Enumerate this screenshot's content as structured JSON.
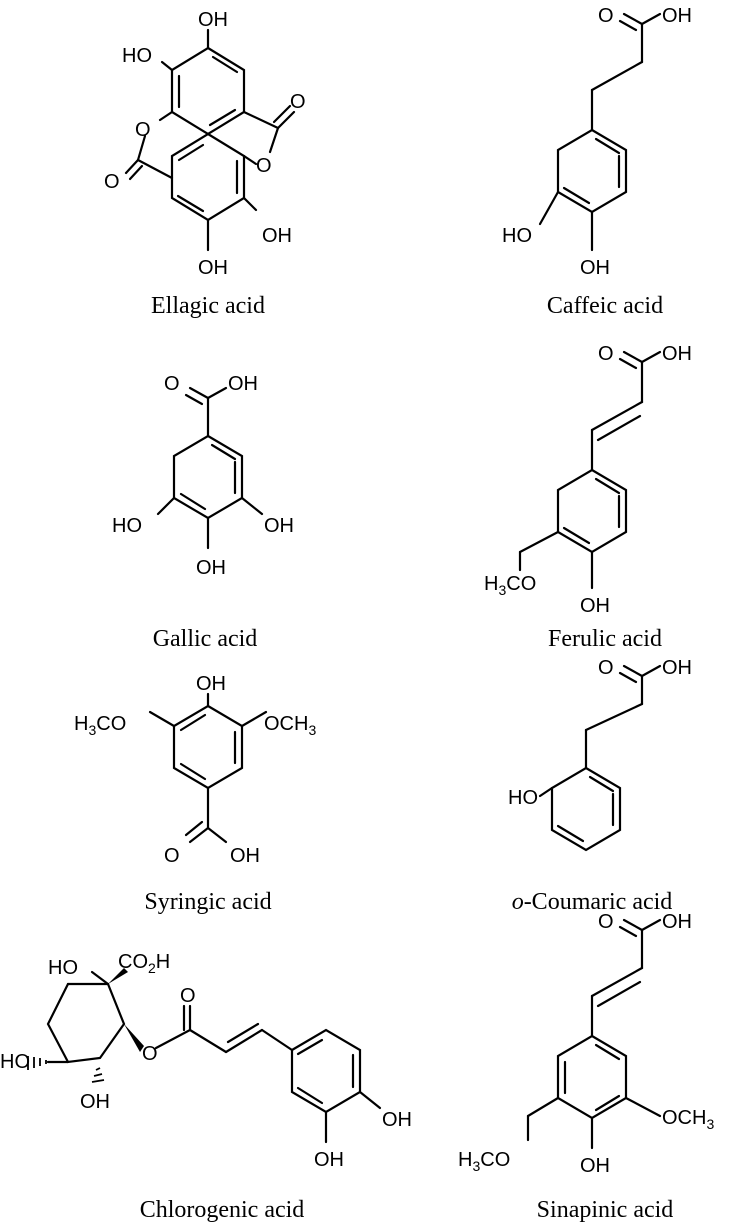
{
  "figure": {
    "molecules": [
      {
        "id": "ellagic",
        "caption": "Ellagic acid",
        "labels": {
          "oh1": "OH",
          "oh2": "HO",
          "oh3": "OH",
          "oh4": "OH",
          "o_ring1": "O",
          "o_ring2": "O",
          "o_carb1": "O",
          "o_carb2": "O"
        }
      },
      {
        "id": "caffeic",
        "caption": "Caffeic acid",
        "labels": {
          "o": "O",
          "oh": "OH",
          "ho": "HO",
          "oh2": "OH"
        }
      },
      {
        "id": "gallic",
        "caption": "Gallic acid",
        "labels": {
          "o": "O",
          "oh": "OH",
          "ho": "HO",
          "oh2": "OH",
          "oh3": "OH"
        }
      },
      {
        "id": "ferulic",
        "caption": "Ferulic acid",
        "labels": {
          "o": "O",
          "oh": "OH",
          "h3co_h": "H",
          "h3co_sub": "3",
          "h3co_co": "CO",
          "oh2": "OH"
        }
      },
      {
        "id": "syringic",
        "caption": "Syringic acid",
        "labels": {
          "oh_top": "OH",
          "h3co_h": "H",
          "h3co_sub": "3",
          "h3co_co": "CO",
          "och3_och": "OCH",
          "och3_sub": "3",
          "o": "O",
          "oh": "OH"
        }
      },
      {
        "id": "coumaric",
        "caption_prefix": "o",
        "caption": "-Coumaric acid",
        "labels": {
          "o": "O",
          "oh": "OH",
          "ho": "HO"
        }
      },
      {
        "id": "chlorogenic",
        "caption": "Chlorogenic acid",
        "labels": {
          "ho_top": "HO",
          "co2h_co": "CO",
          "co2h_sub": "2",
          "co2h_h": "H",
          "ho_left": "HO",
          "oh_bottom": "OH",
          "o_ester": "O",
          "o_carb": "O",
          "oh_ar1": "OH",
          "oh_ar2": "OH"
        }
      },
      {
        "id": "sinapinic",
        "caption": "Sinapinic acid",
        "labels": {
          "o": "O",
          "oh": "OH",
          "h3co_h": "H",
          "h3co_sub": "3",
          "h3co_co": "CO",
          "och3_och": "OCH",
          "och3_sub": "3",
          "oh_bottom": "OH"
        }
      }
    ]
  }
}
